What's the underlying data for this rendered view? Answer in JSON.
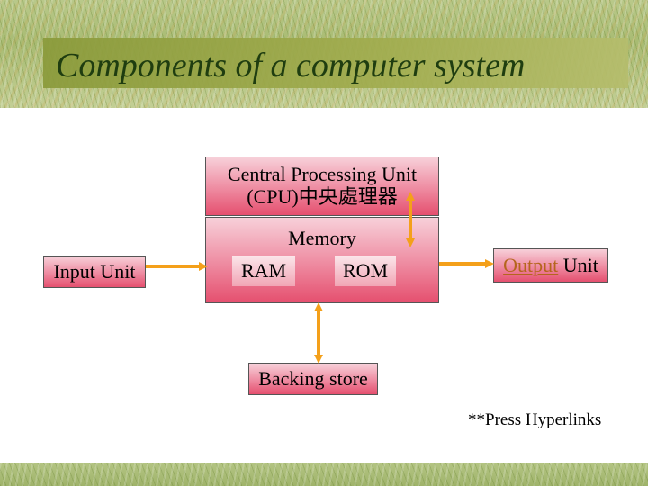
{
  "slide": {
    "title": "Components of a computer system",
    "note": "**Press Hyperlinks"
  },
  "diagram": {
    "cpu_line1": "Central Processing Unit",
    "cpu_line2": "(CPU)中央處理器",
    "memory": "Memory",
    "ram": "RAM",
    "rom": "ROM",
    "input": "Input Unit",
    "output_link": "Output",
    "output_rest": " Unit",
    "backing": "Backing store"
  },
  "colors": {
    "arrow": "#f4a01a",
    "box_gradient_top": "#f7d0d9",
    "box_gradient_bottom": "#e5506f",
    "link": "#b5651d"
  }
}
